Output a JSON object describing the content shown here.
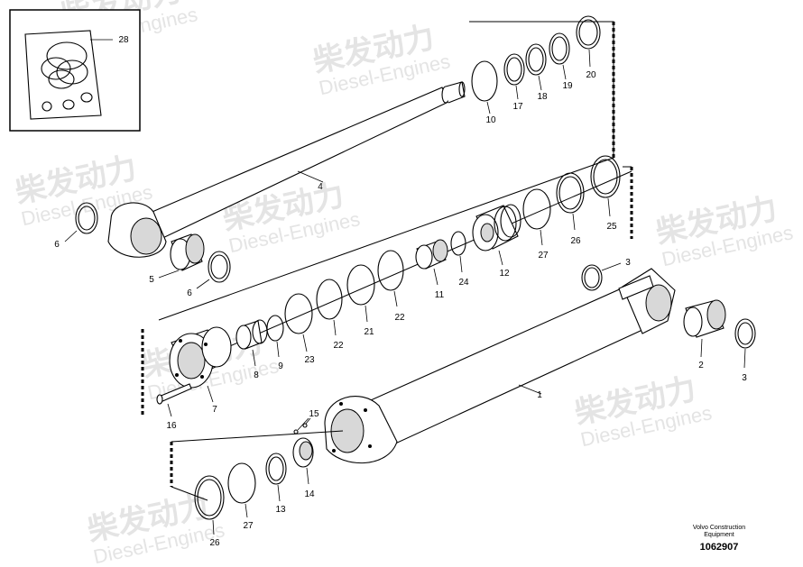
{
  "watermark": {
    "chinese": "柴发动力",
    "english": "Diesel-Engines"
  },
  "footer": {
    "company_line1": "Volvo Construction",
    "company_line2": "Equipment",
    "drawing_number": "1062907"
  },
  "labels": {
    "l1": "1",
    "l2": "2",
    "l3a": "3",
    "l3b": "3",
    "l4": "4",
    "l5": "5",
    "l6a": "6",
    "l6b": "6",
    "l7": "7",
    "l8": "8",
    "l9": "9",
    "l10": "10",
    "l11": "11",
    "l12": "12",
    "l13": "13",
    "l14": "14",
    "l15": "15",
    "l16": "16",
    "l17": "17",
    "l18": "18",
    "l19": "19",
    "l20": "20",
    "l21": "21",
    "l22a": "22",
    "l22b": "22",
    "l23": "23",
    "l24": "24",
    "l25": "25",
    "l26a": "26",
    "l26b": "26",
    "l27a": "27",
    "l27b": "27",
    "l28": "28"
  }
}
